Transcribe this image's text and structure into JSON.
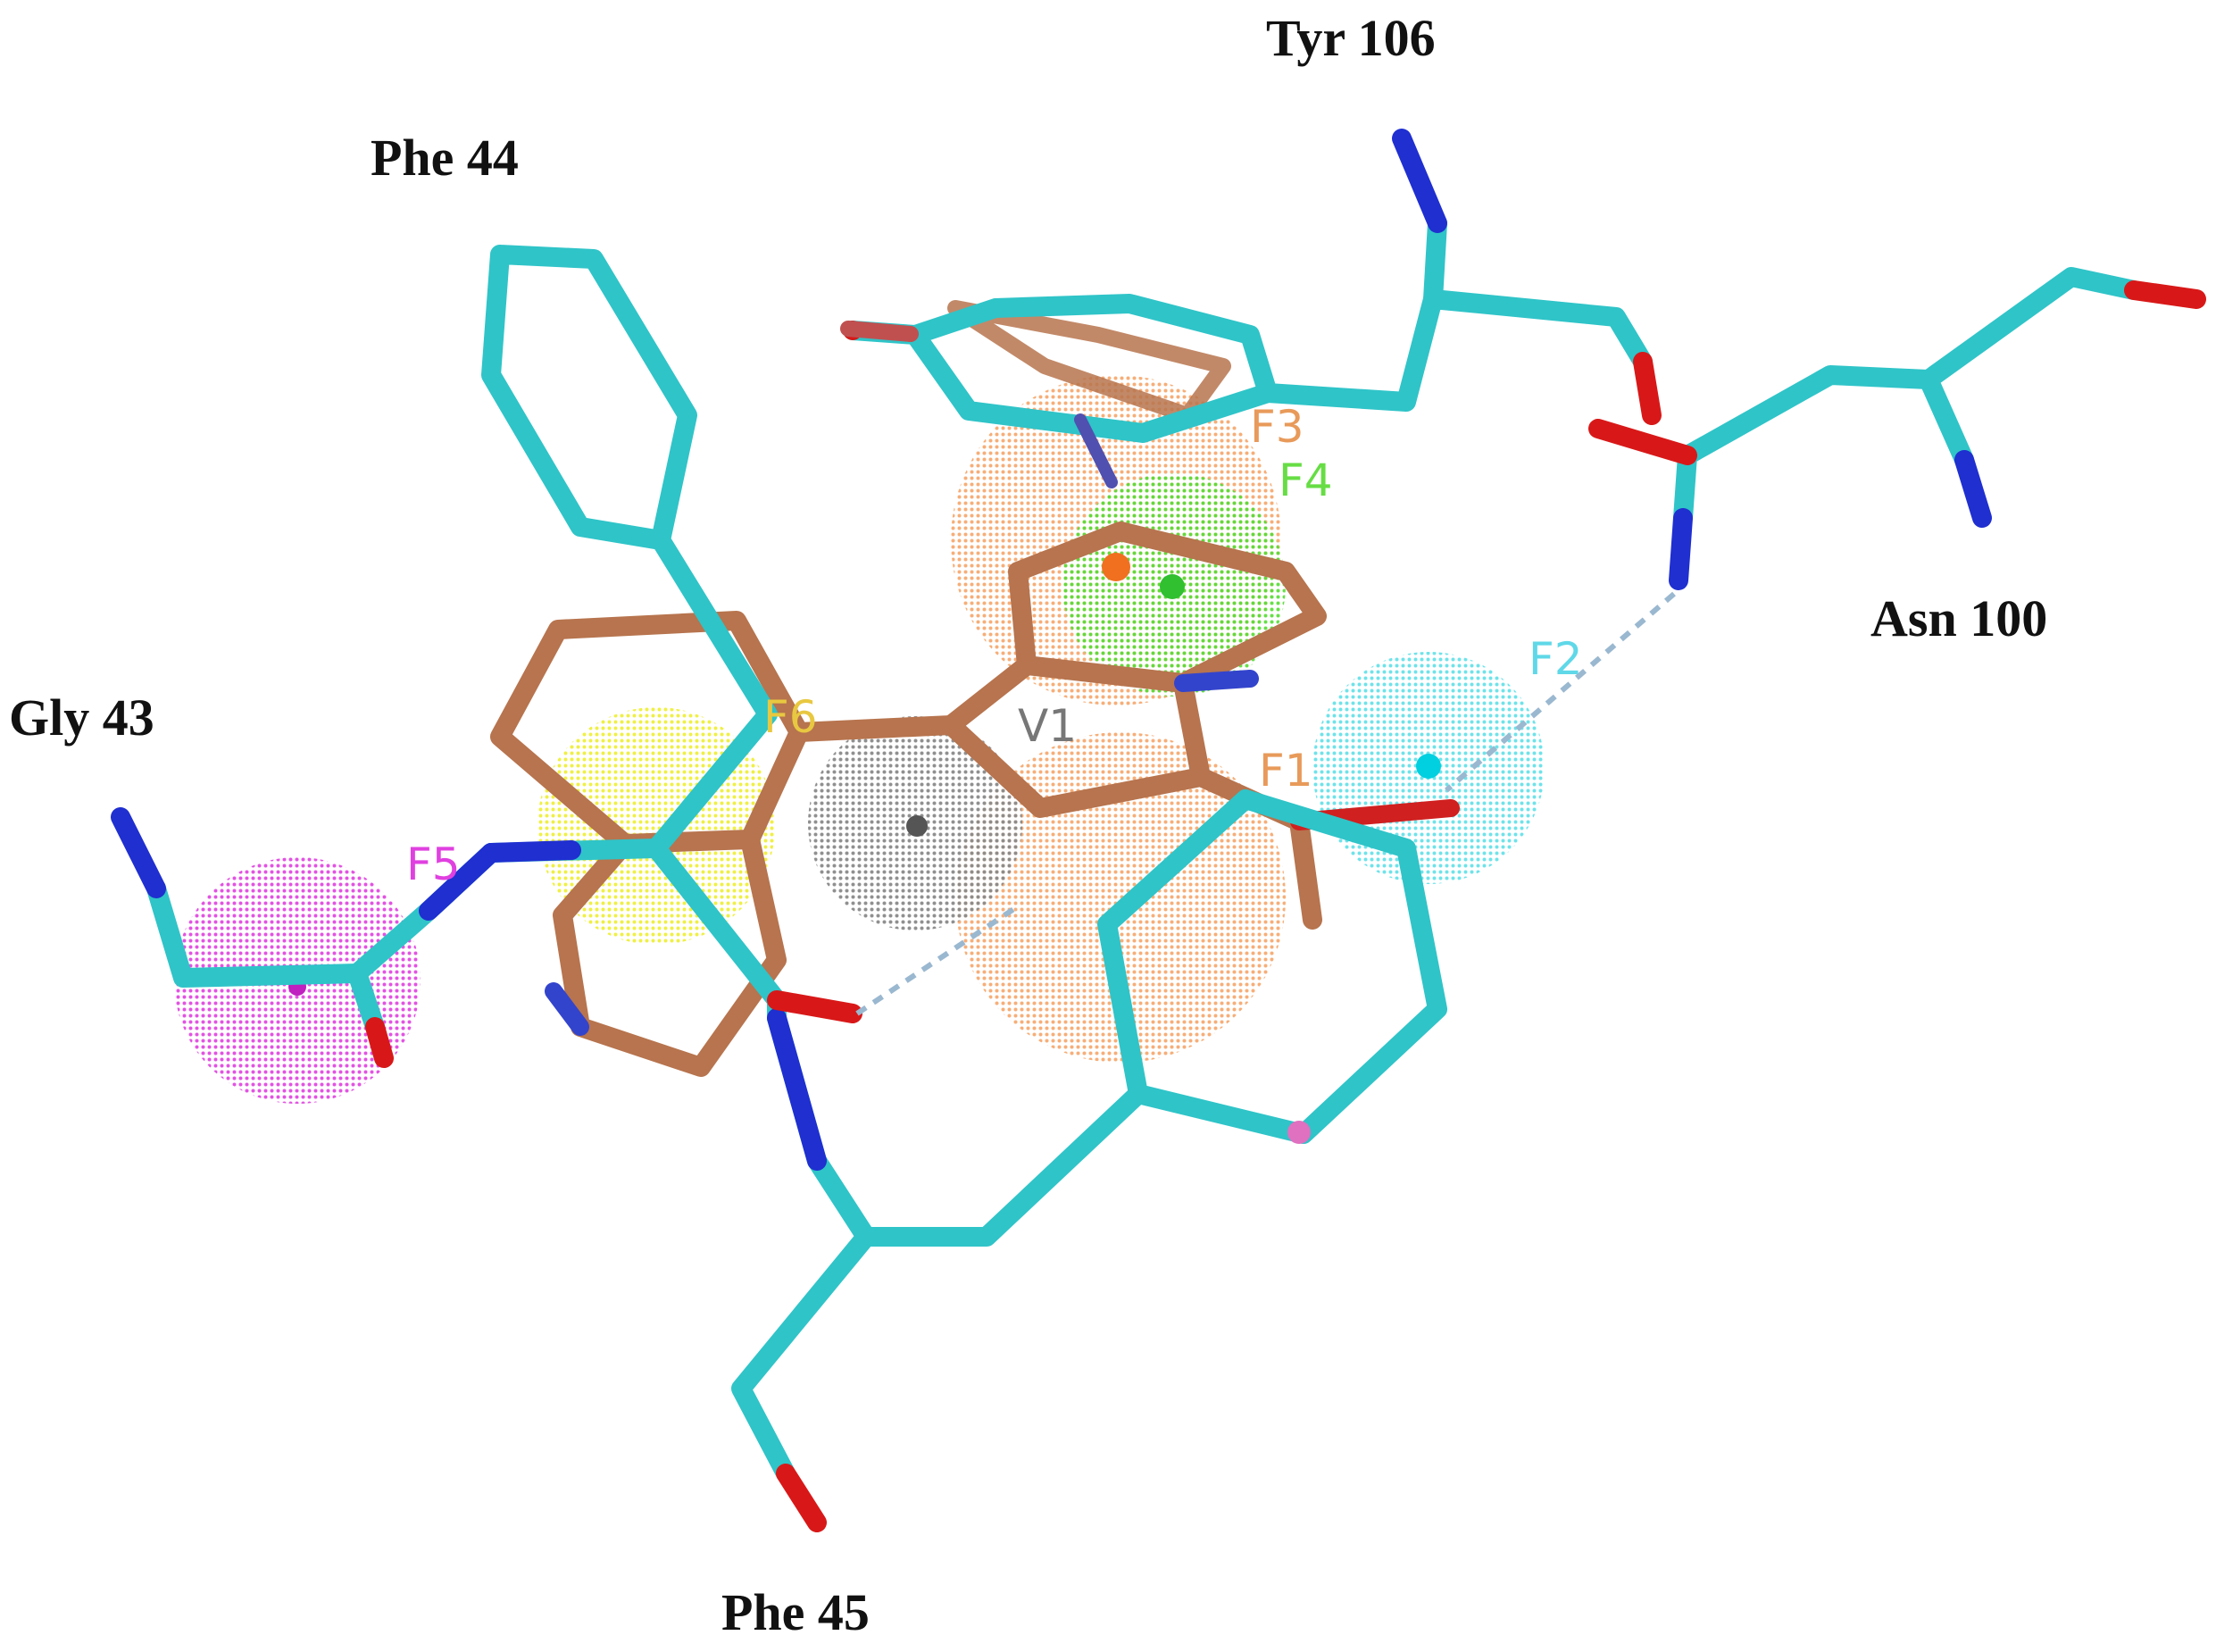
{
  "residues": {
    "tyr106": "Tyr 106",
    "phe44": "Phe 44",
    "asn100": "Asn 100",
    "gly43": "Gly 43",
    "phe45": "Phe 45"
  },
  "features": {
    "F1": "F1",
    "F2": "F2",
    "F3": "F3",
    "F4": "F4",
    "F5": "F5",
    "F6": "F6",
    "V1": "V1"
  },
  "colors": {
    "carbon_protein": "#2fc4c8",
    "carbon_ligand": "#b7744e",
    "nitrogen": "#1f2fd0",
    "oxygen": "#d81818",
    "feature_orange": "#f5a060",
    "feature_green": "#66dd44",
    "feature_cyan": "#5fe0e8",
    "feature_magenta": "#e040e0",
    "feature_yellow": "#f0f040",
    "feature_grey": "#8a8a8a",
    "hbond": "#9ab8d0"
  }
}
